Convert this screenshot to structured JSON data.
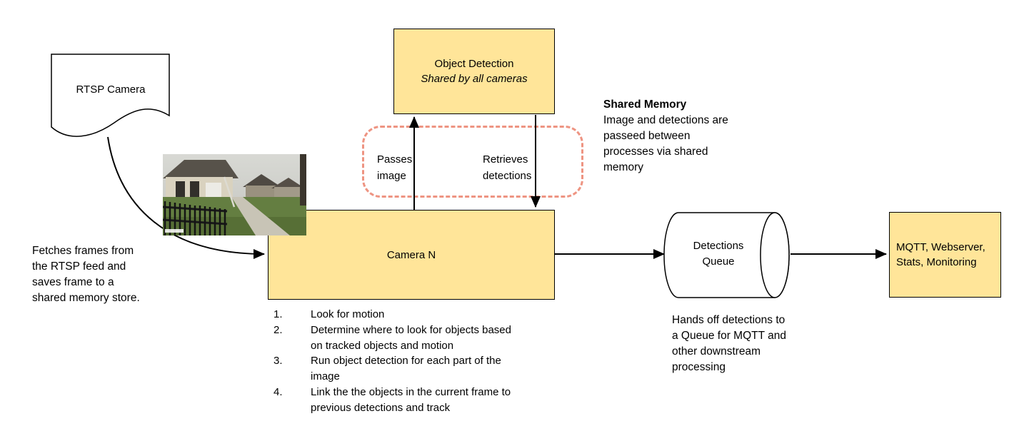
{
  "colors": {
    "node_fill": "#ffe599",
    "node_border": "#000000",
    "shared_memory_outline": "#ee9482",
    "arrow": "#000000"
  },
  "nodes": {
    "rtsp_camera": {
      "label": "RTSP Camera"
    },
    "object_detection": {
      "title": "Object Detection",
      "subtitle": "Shared by all cameras"
    },
    "camera_n": {
      "label": "Camera N"
    },
    "detections_queue": {
      "label": "Detections Queue"
    },
    "outputs": {
      "label": "MQTT, Webserver, Stats, Monitoring"
    }
  },
  "edge_labels": {
    "passes_image": "Passes image",
    "retrieves_detections": "Retrieves detections"
  },
  "notes": {
    "shared_memory_title": "Shared Memory",
    "shared_memory_body": "Image and detections are passeed between processes via shared memory",
    "fetch": "Fetches frames from the RTSP feed and saves frame to a shared memory store.",
    "queue_handoff": "Hands off detections to a Queue for MQTT and other downstream processing",
    "camera_steps": [
      "Look for motion",
      "Determine where to look for objects based on tracked objects and motion",
      "Run object detection for each part of the image",
      "Link the the objects in the current frame to previous detections and track"
    ]
  }
}
